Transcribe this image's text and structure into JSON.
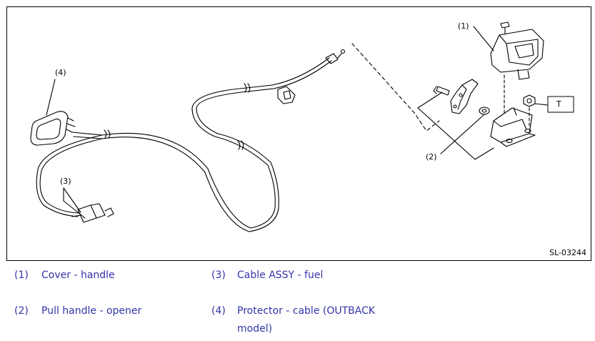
{
  "figure_code": "SL-03244",
  "callouts": {
    "c1": "(1)",
    "c2": "(2)",
    "c3": "(3)",
    "c4": "(4)",
    "torque": "T"
  },
  "legend": [
    {
      "num": "(1)",
      "text": "Cover - handle"
    },
    {
      "num": "(2)",
      "text": "Pull handle - opener"
    },
    {
      "num": "(3)",
      "text": "Cable ASSY - fuel"
    },
    {
      "num": "(4)",
      "text": "Protector - cable (OUTBACK model)"
    }
  ],
  "colors": {
    "legend_text": "#3334aa",
    "line": "#000000"
  }
}
